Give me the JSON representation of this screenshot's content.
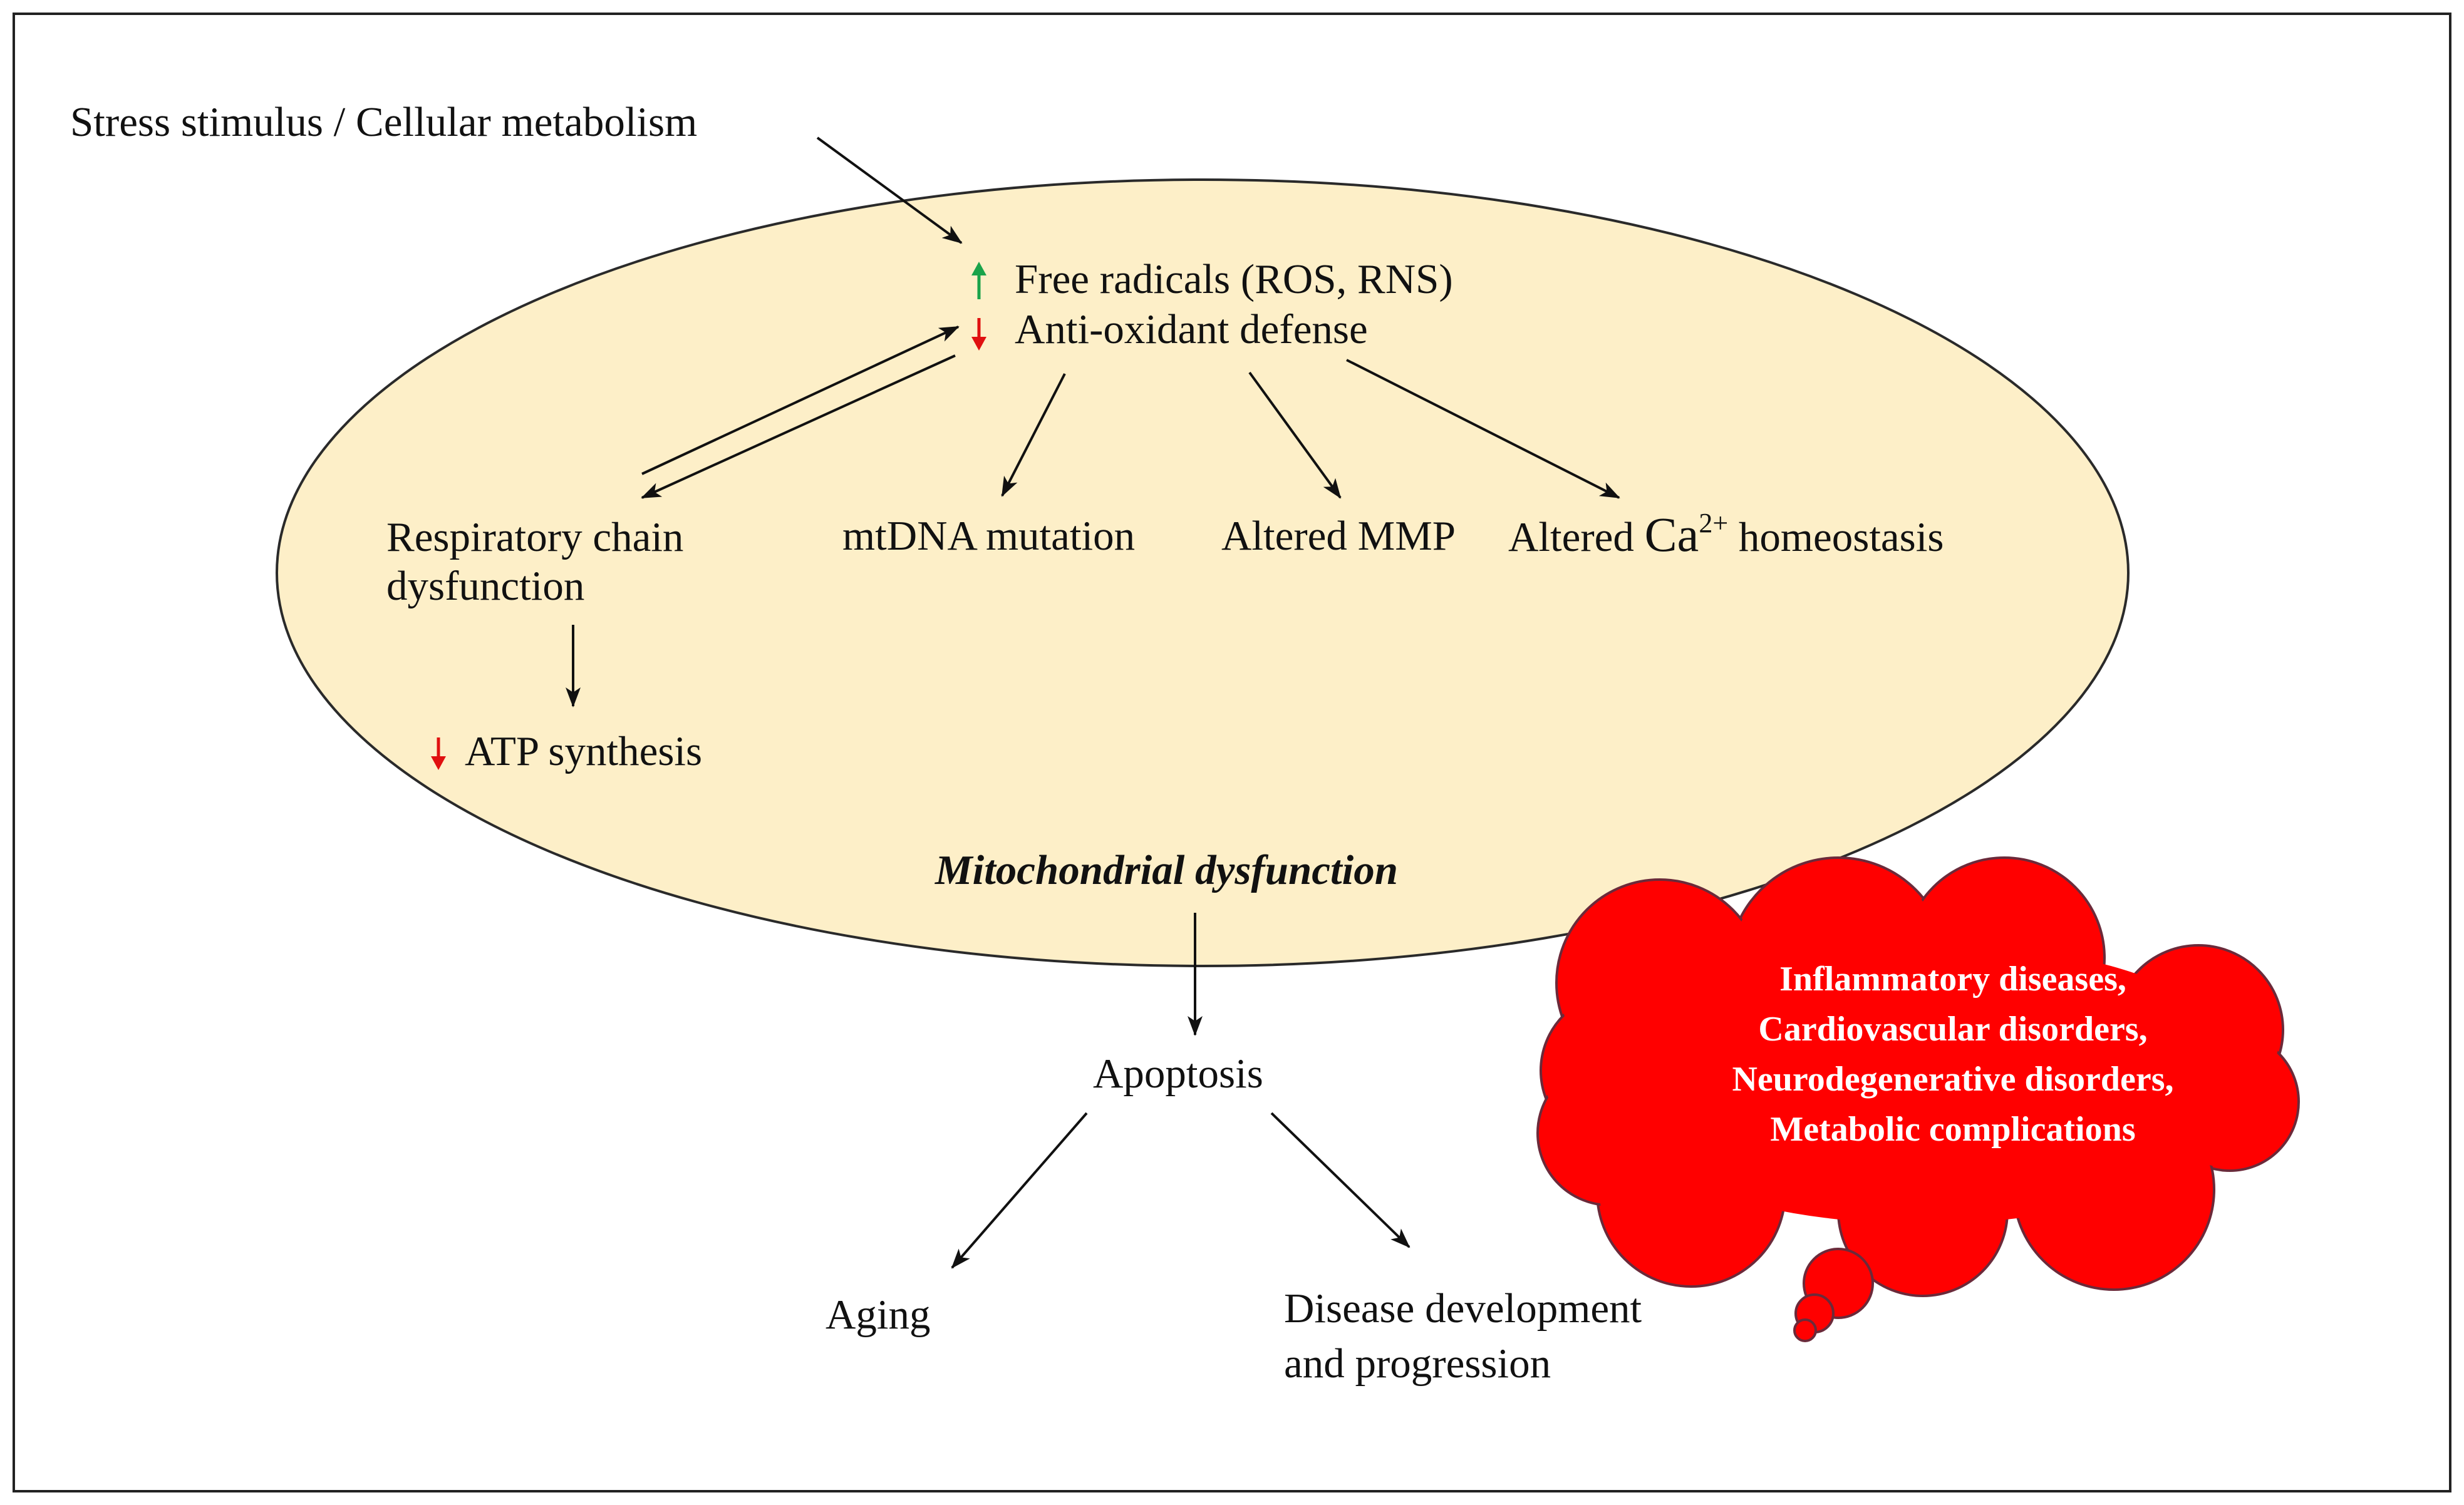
{
  "colors": {
    "frame": "#222222",
    "ellipse_fill": "#FDEFC8",
    "ellipse_stroke": "#2a2a2a",
    "arrow": "#111111",
    "up_arrow": "#1aa34a",
    "down_arrow": "#e01010",
    "cloud_fill": "#FF0000",
    "cloud_stroke": "#6b2a3a",
    "cloud_text": "#ffffff"
  },
  "labels": {
    "stress": "Stress stimulus / Cellular metabolism",
    "free_radicals": "Free radicals (ROS, RNS)",
    "antioxidant": "Anti-oxidant defense",
    "resp_line1": "Respiratory chain",
    "resp_line2": "dysfunction",
    "mtdna": "mtDNA mutation",
    "mmp": "Altered MMP",
    "ca_prefix": "Altered ",
    "ca_symbol": "Ca",
    "ca_charge": "2+",
    "ca_suffix": " homeostasis",
    "atp": "ATP synthesis",
    "mito": "Mitochondrial dysfunction",
    "apoptosis": "Apoptosis",
    "aging": "Aging",
    "disease_line1": "Disease development",
    "disease_line2": "and progression"
  },
  "cloud": {
    "lines": [
      "Inflammatory diseases,",
      "Cardiovascular disorders,",
      "Neurodegenerative disorders,",
      "Metabolic complications"
    ]
  },
  "icons": {
    "up": "green-up-arrow-icon",
    "down": "red-down-arrow-icon"
  }
}
